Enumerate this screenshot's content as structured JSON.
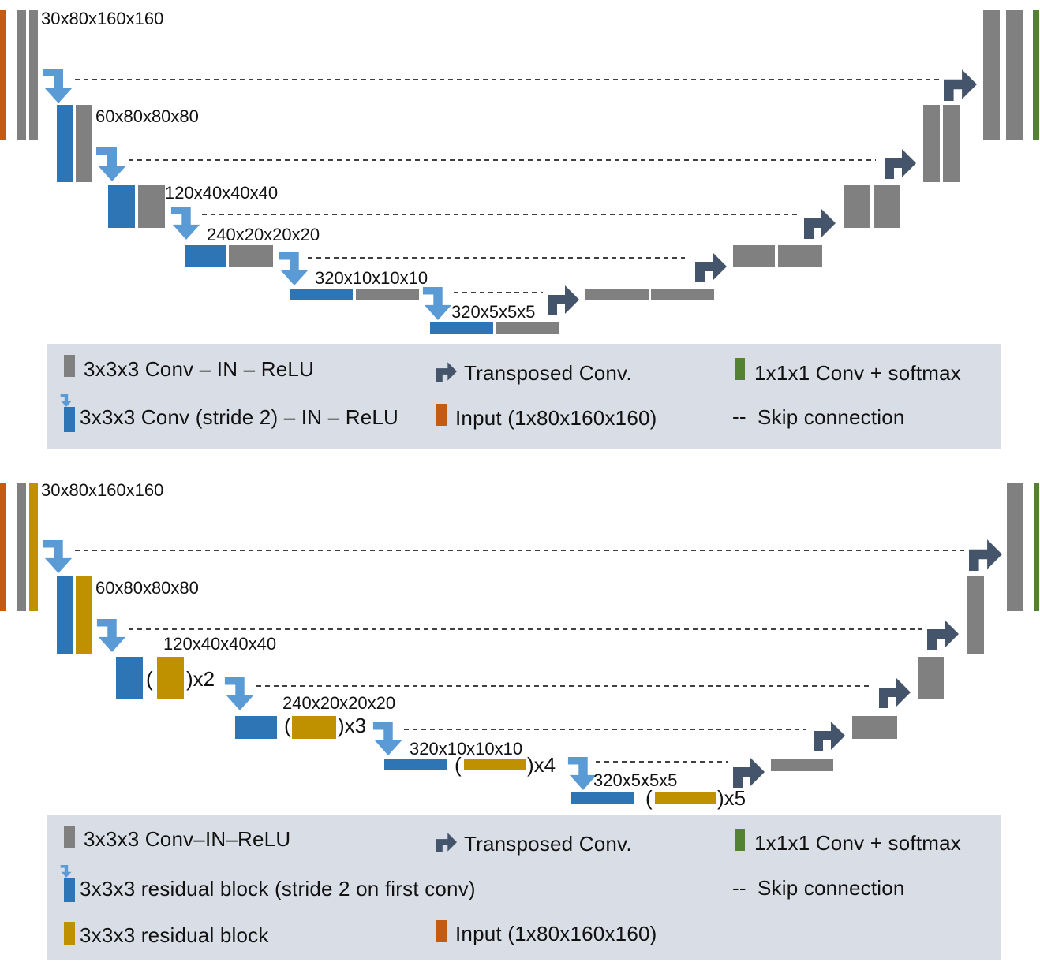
{
  "colors": {
    "conv_gray": "#808080",
    "stride_blue": "#2e75b6",
    "arrow_light_blue": "#5b9bd5",
    "transposed_navy": "#44546a",
    "input_orange": "#c55a11",
    "output_green": "#548235",
    "residual_gold": "#bf9000",
    "legend_bg": "#d9dee6"
  },
  "top": {
    "dims": [
      "30x80x160x160",
      "60x80x80x80",
      "120x40x40x40",
      "240x20x20x20",
      "320x10x10x10",
      "320x5x5x5"
    ],
    "legend": {
      "conv": "3x3x3 Conv – IN – ReLU",
      "transposed": "Transposed Conv.",
      "output": "1x1x1 Conv + softmax",
      "stride": "3x3x3 Conv (stride 2) – IN – ReLU",
      "input": "Input (1x80x160x160)",
      "skip_symbol": "--",
      "skip": "Skip connection"
    }
  },
  "bottom": {
    "dims": [
      "30x80x160x160",
      "60x80x80x80",
      "120x40x40x40",
      "240x20x20x20",
      "320x10x10x10",
      "320x5x5x5"
    ],
    "repeats": {
      "open": "(",
      "r120": ")x2",
      "r240": ")x3",
      "r320a": ")x4",
      "r320b": ")x5"
    },
    "legend": {
      "conv": "3x3x3 Conv–IN–ReLU",
      "transposed": "Transposed Conv.",
      "output": "1x1x1 Conv + softmax",
      "stride": "3x3x3 residual block (stride 2 on first conv)",
      "skip_symbol": "--",
      "skip": "Skip connection",
      "residual": "3x3x3 residual block",
      "input": "Input (1x80x160x160)"
    }
  }
}
